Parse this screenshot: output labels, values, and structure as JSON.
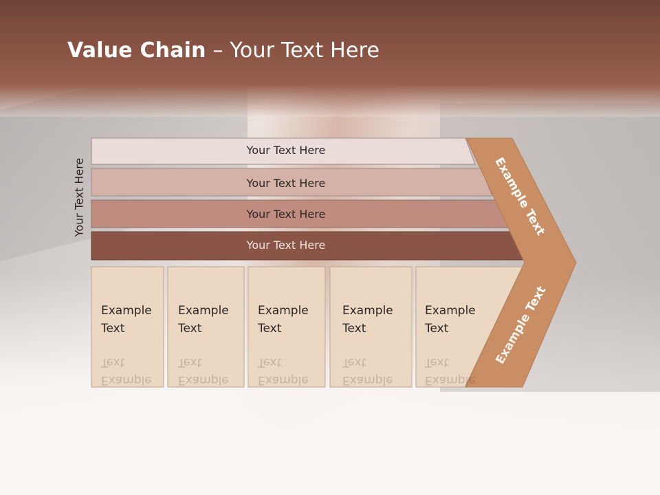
{
  "slide": {
    "title_bold": "Value Chain",
    "title_rest": " – Your Text Here",
    "side_label": "Your Text Here"
  },
  "bars": [
    {
      "label": "Your Text Here",
      "color": "#eadcd8"
    },
    {
      "label": "Your Text Here",
      "color": "#d4b2a8"
    },
    {
      "label": "Your Text Here",
      "color": "#c08c80"
    },
    {
      "label": "Your Text Here",
      "color": "#8a5546"
    }
  ],
  "columns": [
    {
      "line1": "Example",
      "line2": "Text"
    },
    {
      "line1": "Example",
      "line2": "Text"
    },
    {
      "line1": "Example",
      "line2": "Text"
    },
    {
      "line1": "Example",
      "line2": "Text"
    },
    {
      "line1": "Example",
      "line2": "Text"
    }
  ],
  "chevron": {
    "upper_label": "Example Text",
    "lower_label": "Example Text",
    "color": "#c98e63",
    "stroke": "#b47a52"
  },
  "colors": {
    "column_fill": "#ecd7c2",
    "column_stroke": "#b9a592",
    "header_dark": "#6e4438"
  }
}
